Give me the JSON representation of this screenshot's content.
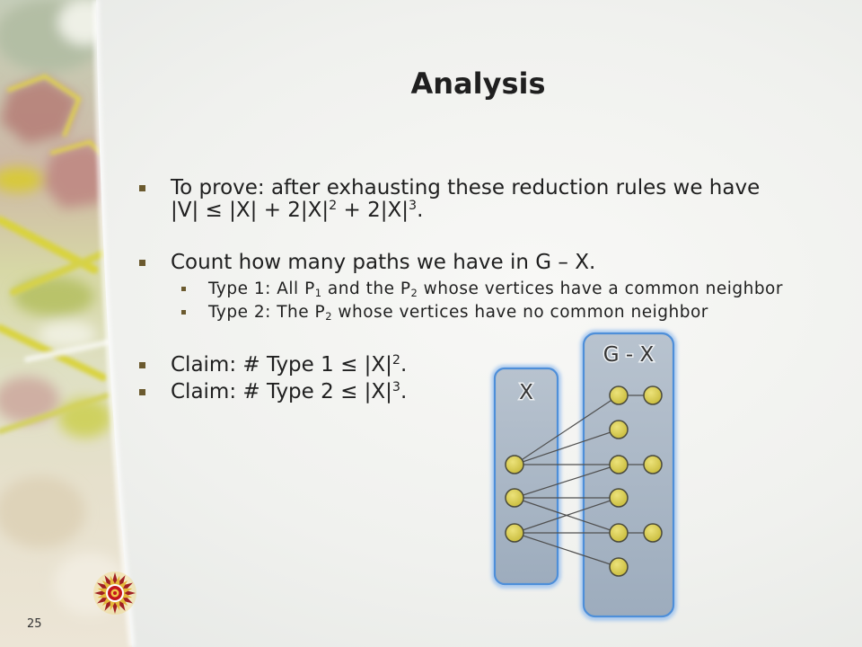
{
  "slide": {
    "title": "Analysis",
    "page_number": "25",
    "bullet_prove": {
      "line1": "To prove: after exhausting these reduction rules we have",
      "line2_part1": "|V| ≤ |X| + 2|X|",
      "line2_sup1": "2",
      "line2_part2": " + 2|X|",
      "line2_sup2": "3",
      "line2_part3": "."
    },
    "bullet_count": "Count how many paths we have in G – X.",
    "sub_type1": {
      "part1": "Type 1: All P",
      "sub1": "1",
      "part2": " and the P",
      "sub2": "2",
      "part3": " whose vertices have a common neighbor"
    },
    "sub_type2": {
      "part1": "Type 2: The P",
      "sub1": "2",
      "part2": " whose vertices have no common neighbor"
    },
    "claim_type1": {
      "part1": "Claim: # Type 1 ≤ |X|",
      "sup": "2",
      "part2": "."
    },
    "claim_type2": {
      "part1": "Claim: # Type 2 ≤ |X|",
      "sup": "3",
      "part2": "."
    }
  },
  "diagram": {
    "set_x_label": "X",
    "set_g_minus_x_label": "G - X"
  },
  "colors": {
    "text": "#1f1f1f",
    "bullet": "#6b5a2e",
    "set_fill_top": "#b8c3cf",
    "set_fill_bottom": "#9dacbd",
    "set_border": "#4e8fd9",
    "node_fill": "#c8bb3b",
    "node_stroke": "#4a4a3c",
    "edge": "#505050"
  }
}
